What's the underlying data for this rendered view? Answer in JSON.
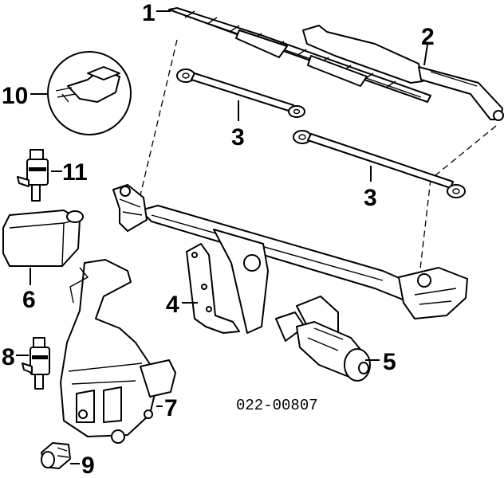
{
  "diagram": {
    "part_code": "022-00807",
    "callouts": {
      "c1": "1",
      "c2": "2",
      "c3a": "3",
      "c3b": "3",
      "c4": "4",
      "c5": "5",
      "c6": "6",
      "c7": "7",
      "c8": "8",
      "c9": "9",
      "c10": "10",
      "c11": "11"
    }
  }
}
